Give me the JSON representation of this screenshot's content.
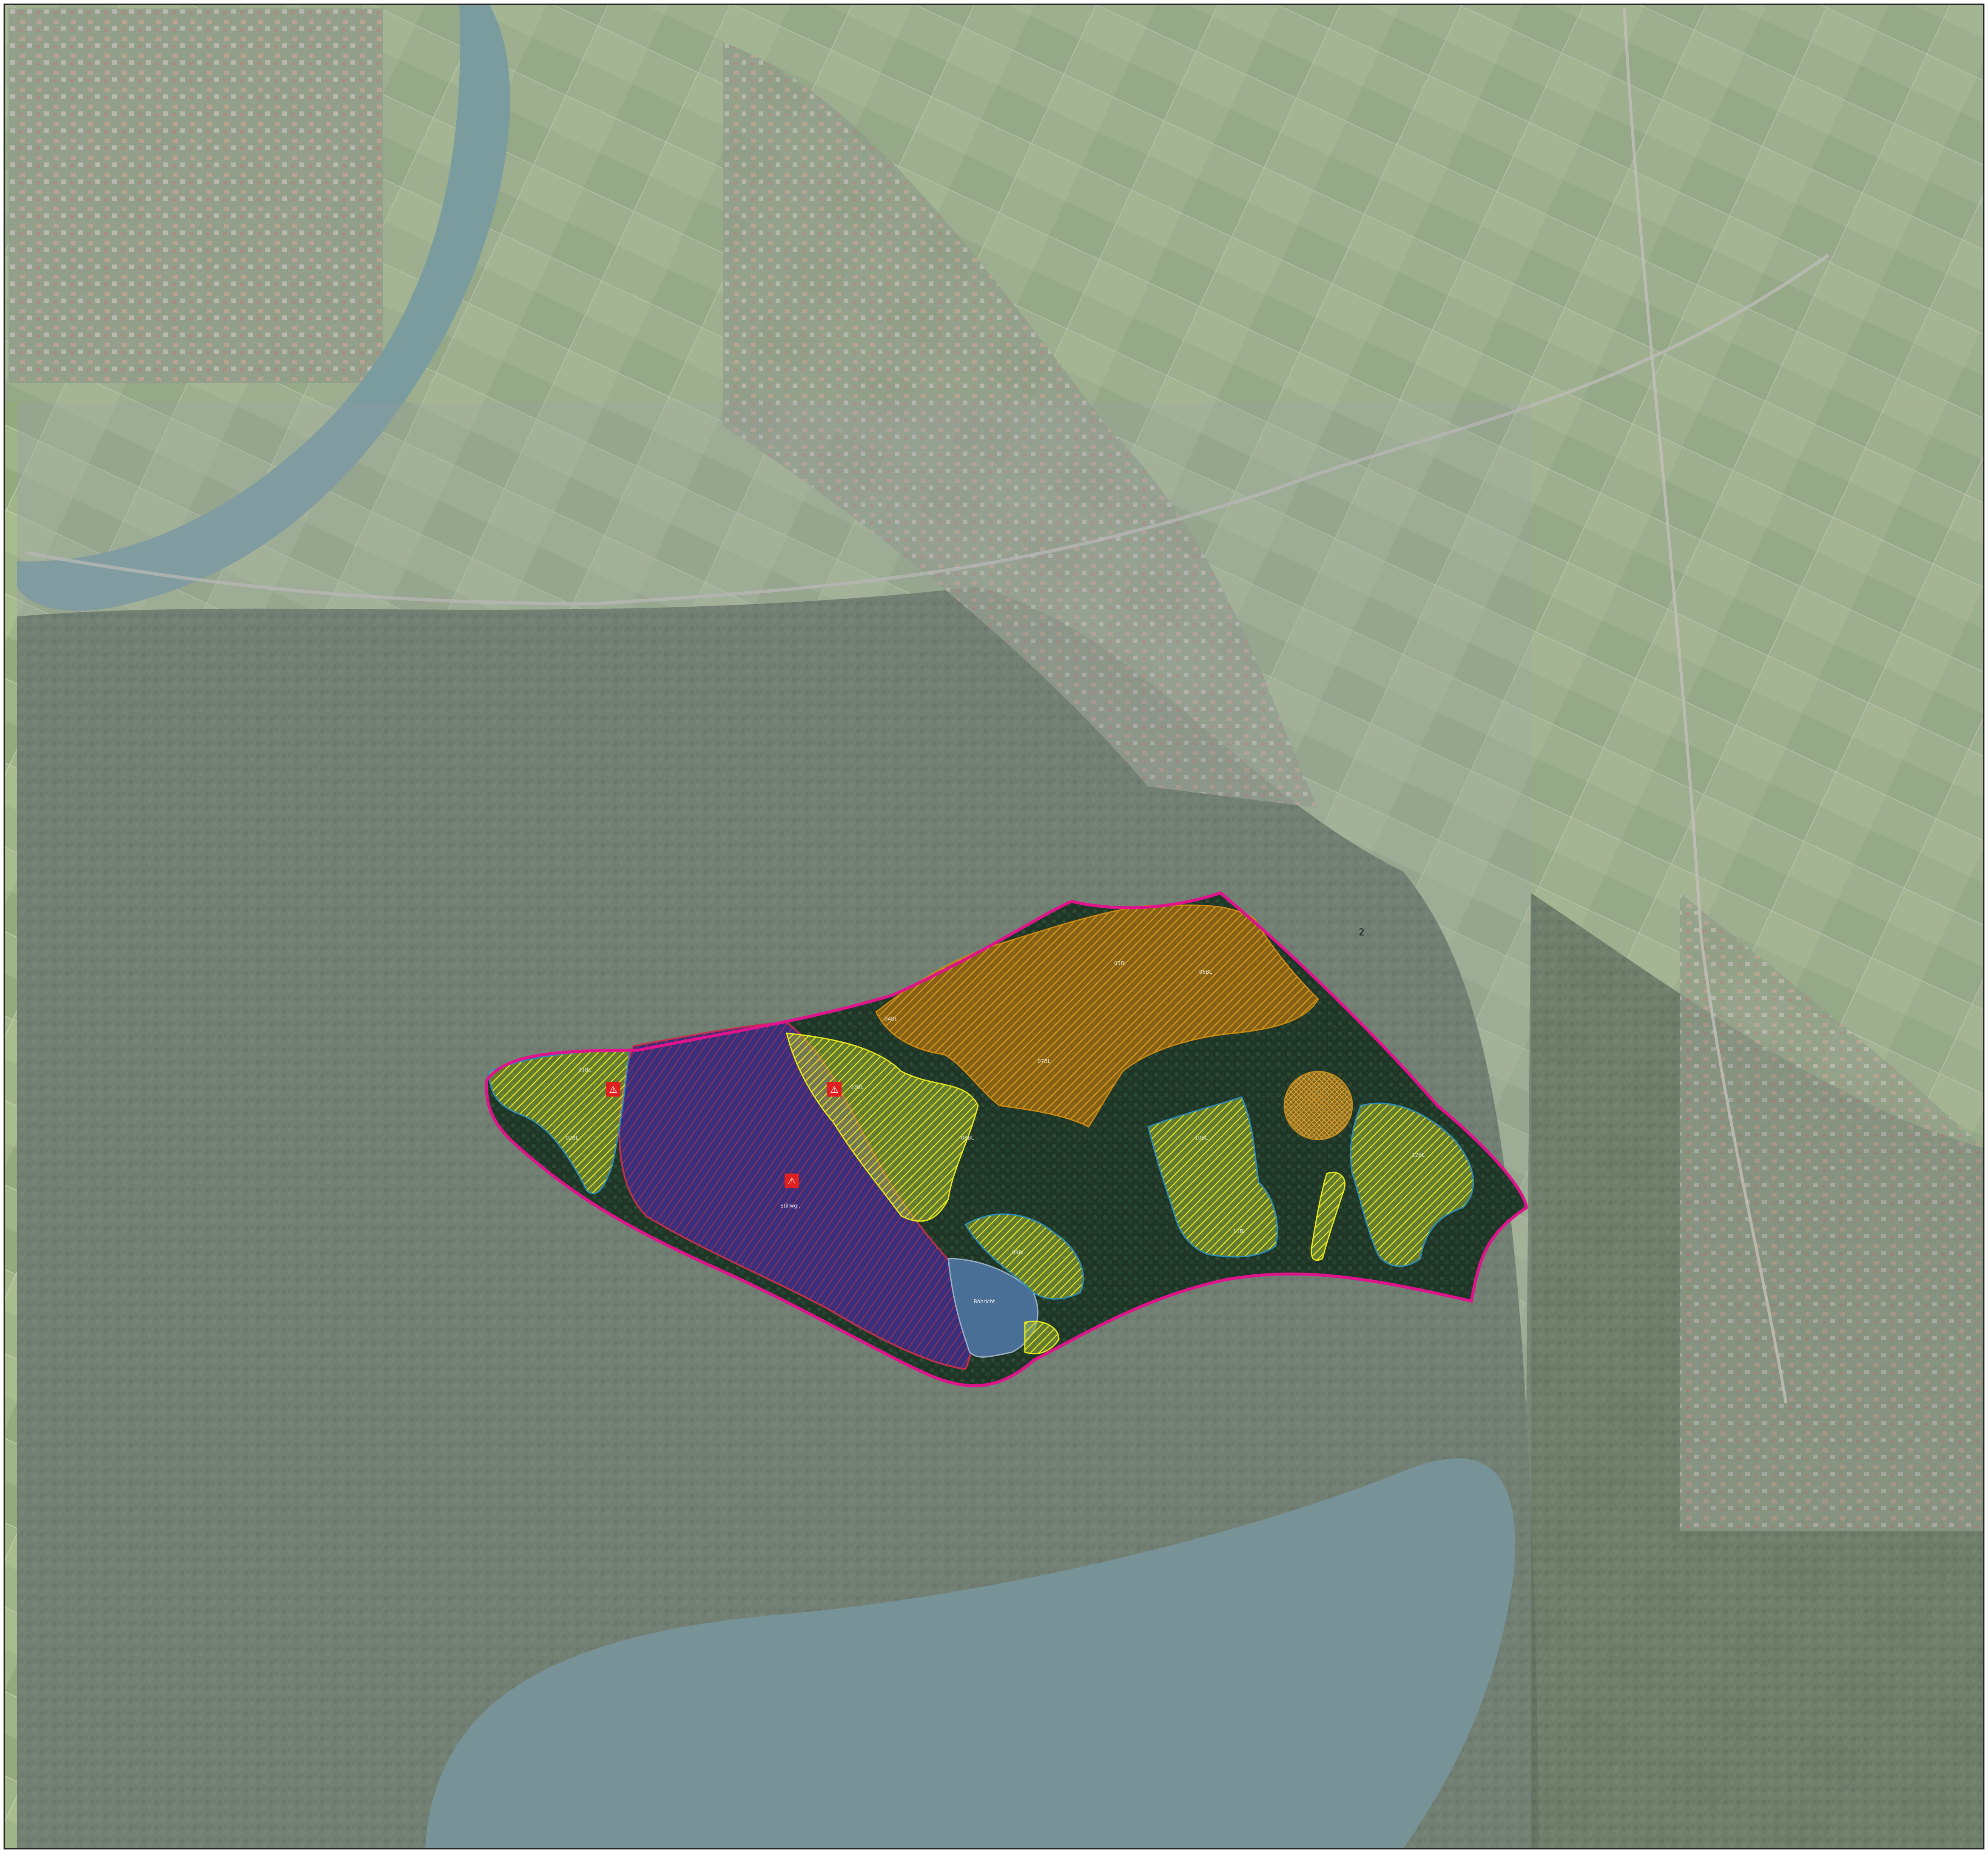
{
  "map": {
    "sheet_number": "2",
    "colors": {
      "boundary": "#e0138c",
      "lake_hatch": "#3a2f7a",
      "lake_hatch_line": "#c0304a",
      "yellow_hatch": "#e6e61a",
      "orange_hatch": "#d08a10",
      "blue_outline": "#2a8fbf",
      "forest_dark": "#1e3a2a",
      "farmland": "#8fa877",
      "forest": "#4c5e48",
      "water": "#5f8b8e",
      "overlay": "#9aa0a6"
    },
    "icons": {
      "marker": "hiker-warning-icon",
      "river": "river",
      "lake": "lake"
    },
    "area_labels": [
      "01BL",
      "02BL",
      "03BL",
      "04BL",
      "05BL",
      "06BL",
      "07BL",
      "08BL",
      "09BL",
      "10BL",
      "11BL",
      "12BL",
      "Stillwgl.",
      "Röhricht"
    ]
  }
}
